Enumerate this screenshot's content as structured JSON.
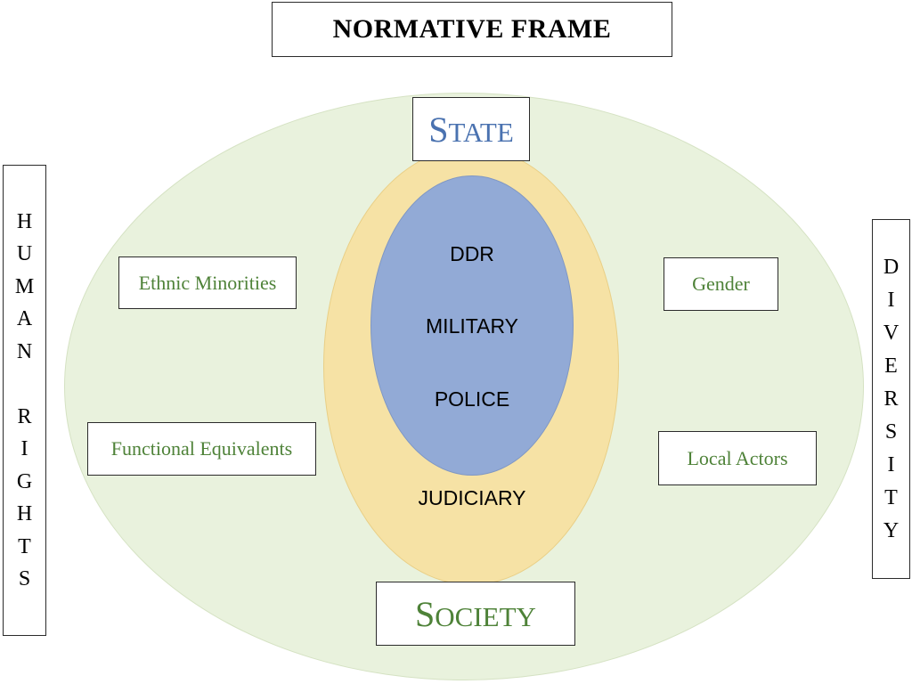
{
  "title": "NORMATIVE FRAME",
  "state": {
    "first": "S",
    "rest": "TATE"
  },
  "society": {
    "first": "S",
    "rest": "OCIETY"
  },
  "human_rights": [
    "H",
    "U",
    "M",
    "A",
    "N",
    "",
    "R",
    "I",
    "G",
    "H",
    "T",
    "S"
  ],
  "diversity": [
    "D",
    "I",
    "V",
    "E",
    "R",
    "S",
    "I",
    "T",
    "Y"
  ],
  "side_labels": {
    "ethnic_minorities": "Ethnic Minorities",
    "functional_equivalents": "Functional Equivalents",
    "gender": "Gender",
    "local_actors": "Local Actors"
  },
  "core_labels": {
    "ddr": "DDR",
    "military": "MILITARY",
    "police": "POLICE",
    "judiciary": "JUDICIARY"
  },
  "colors": {
    "outer_fill": "#e9f2dd",
    "middle_fill": "#f6e2a5",
    "inner_fill": "#92aad6",
    "state_text": "#4a72b0",
    "society_text": "#4e8238",
    "label_text": "#4e8238"
  }
}
